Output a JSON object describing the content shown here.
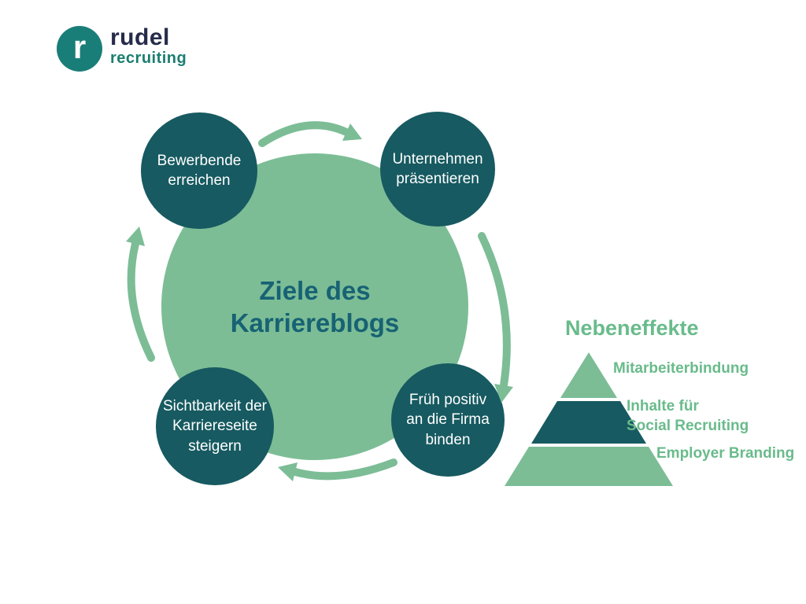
{
  "colors": {
    "light_green": "#7CBD96",
    "dark_teal": "#175A61",
    "title_teal": "#176273",
    "label_green": "#69BB8B",
    "logo_teal": "#1A7E78",
    "logo_navy": "#262B4B",
    "white": "#FFFFFF"
  },
  "logo": {
    "mark_letter": "r",
    "word_top": "rudel",
    "word_bottom": "recruiting"
  },
  "diagram": {
    "center_title": [
      "Ziele des",
      "Karriereblogs"
    ],
    "nodes": [
      {
        "id": "top-left",
        "label": [
          "Bewerbende",
          "erreichen"
        ]
      },
      {
        "id": "top-right",
        "label": [
          "Unternehmen",
          "präsentieren"
        ]
      },
      {
        "id": "bottom-left",
        "label": [
          "Sichtbarkeit der",
          "Karriereseite",
          "steigern"
        ]
      },
      {
        "id": "bottom-right",
        "label": [
          "Früh positiv",
          "an die Firma",
          "binden"
        ]
      }
    ]
  },
  "pyramid": {
    "title": "Nebeneffekte",
    "levels": [
      {
        "tier": "top",
        "label": [
          "Mitarbeiterbindung"
        ]
      },
      {
        "tier": "middle",
        "label": [
          "Inhalte für",
          "Social Recruiting"
        ]
      },
      {
        "tier": "bottom",
        "label": [
          "Employer Branding"
        ]
      }
    ]
  }
}
